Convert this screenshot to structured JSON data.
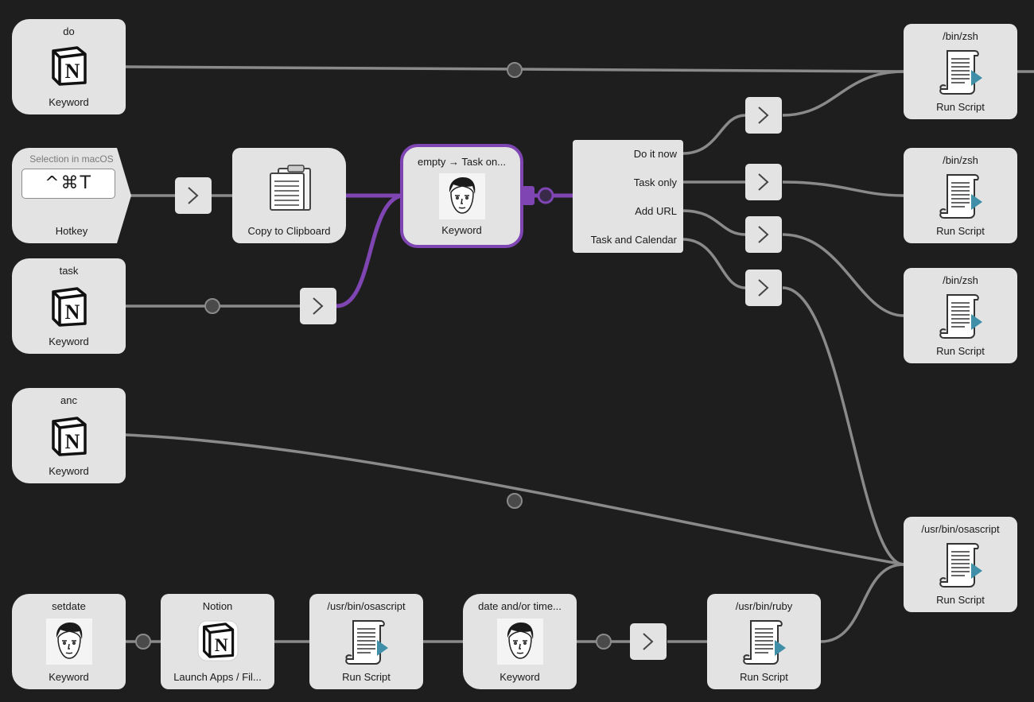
{
  "nodes": {
    "kw_do": {
      "title": "do",
      "subtitle": "Keyword",
      "icon": "notion-icon"
    },
    "hotkey": {
      "title": "Selection in macOS",
      "hotkey": "^⌘T",
      "subtitle": "Hotkey"
    },
    "clipboard": {
      "subtitle": "Copy to Clipboard",
      "icon": "clipboard-icon"
    },
    "kw_task": {
      "title": "task",
      "subtitle": "Keyword",
      "icon": "notion-icon"
    },
    "kw_empty": {
      "title": "empty → Task on...",
      "subtitle": "Keyword",
      "icon": "avatar-icon"
    },
    "conditional": {
      "outputs": [
        "Do it now",
        "Task only",
        "Add URL",
        "Task and Calendar"
      ]
    },
    "kw_anc": {
      "title": "anc",
      "subtitle": "Keyword",
      "icon": "notion-icon"
    },
    "script1": {
      "title": "/bin/zsh",
      "subtitle": "Run Script",
      "icon": "script-icon"
    },
    "script2": {
      "title": "/bin/zsh",
      "subtitle": "Run Script",
      "icon": "script-icon"
    },
    "script3": {
      "title": "/bin/zsh",
      "subtitle": "Run Script",
      "icon": "script-icon"
    },
    "script_osa_right": {
      "title": "/usr/bin/osascript",
      "subtitle": "Run Script",
      "icon": "script-icon"
    },
    "kw_setdate": {
      "title": "setdate",
      "subtitle": "Keyword",
      "icon": "avatar-icon"
    },
    "launch_notion": {
      "title": "Notion",
      "subtitle": "Launch Apps / Fil...",
      "icon": "notion-app-icon"
    },
    "script_osa_bottom": {
      "title": "/usr/bin/osascript",
      "subtitle": "Run Script",
      "icon": "script-icon"
    },
    "kw_date": {
      "title": "date and/or time...",
      "subtitle": "Keyword",
      "icon": "avatar-icon"
    },
    "script_ruby": {
      "title": "/usr/bin/ruby",
      "subtitle": "Run Script",
      "icon": "script-icon"
    }
  },
  "colors": {
    "background": "#1e1e1e",
    "node": "#e3e3e3",
    "wire": "#8a8a8a",
    "selected_wire": "#7e45b3",
    "script_play": "#3f8fa8"
  }
}
